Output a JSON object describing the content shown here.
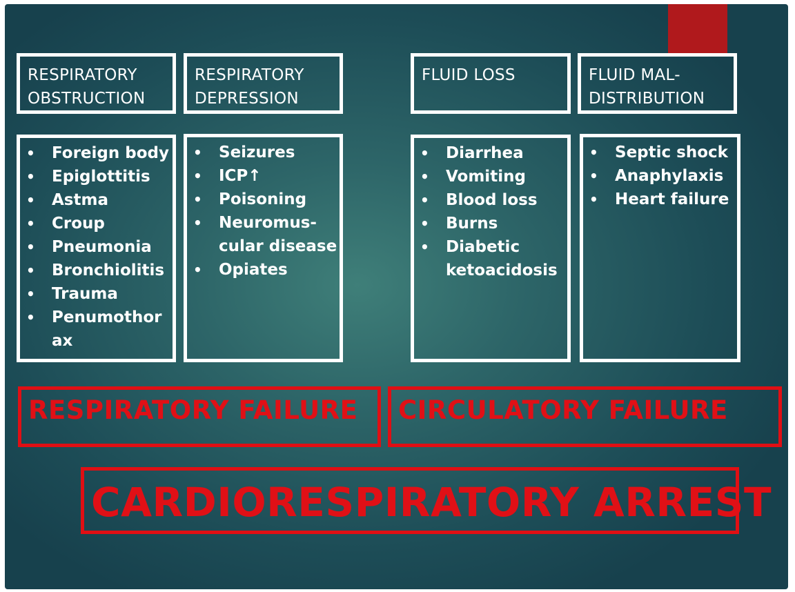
{
  "headers": {
    "resp_obstruction": [
      "RESPIRATORY",
      "OBSTRUCTION"
    ],
    "resp_depression": [
      "RESPIRATORY",
      "DEPRESSION"
    ],
    "fluid_loss": [
      "FLUID LOSS"
    ],
    "fluid_maldist": [
      "FLUID MAL-",
      "DISTRIBUTION"
    ]
  },
  "lists": {
    "resp_obstruction": [
      {
        "lines": [
          "Foreign body"
        ]
      },
      {
        "lines": [
          "Epiglottitis"
        ]
      },
      {
        "lines": [
          "Astma"
        ]
      },
      {
        "lines": [
          "Croup"
        ]
      },
      {
        "lines": [
          "Pneumonia"
        ]
      },
      {
        "lines": [
          "Bronchiolitis"
        ]
      },
      {
        "lines": [
          "Trauma"
        ]
      },
      {
        "lines": [
          "Penumothor",
          "ax"
        ]
      }
    ],
    "resp_depression": [
      {
        "lines": [
          "Seizures"
        ]
      },
      {
        "lines": [
          "ICP↑"
        ]
      },
      {
        "lines": [
          "Poisoning"
        ]
      },
      {
        "lines": [
          "Neuromus-",
          "cular disease"
        ]
      },
      {
        "lines": [
          "Opiates"
        ]
      }
    ],
    "fluid_loss": [
      {
        "lines": [
          "Diarrhea"
        ]
      },
      {
        "lines": [
          "Vomiting"
        ]
      },
      {
        "lines": [
          "Blood loss"
        ]
      },
      {
        "lines": [
          "Burns"
        ]
      },
      {
        "lines": [
          "Diabetic",
          "ketoacidosis"
        ]
      }
    ],
    "fluid_maldist": [
      {
        "lines": [
          "Septic shock"
        ]
      },
      {
        "lines": [
          "Anaphylaxis"
        ]
      },
      {
        "lines": [
          "Heart failure"
        ]
      }
    ]
  },
  "outcomes": {
    "respiratory_failure": "RESPIRATORY FAILURE",
    "circulatory_failure": "CIRCULATORY FAILURE",
    "cardiorespiratory_arrest": "CARDIORESPIRATORY ARREST"
  },
  "colors": {
    "background": "#1d4d57",
    "box_border": "#ffffff",
    "alert_red": "#e00f14",
    "accent_red": "#b0191c"
  }
}
